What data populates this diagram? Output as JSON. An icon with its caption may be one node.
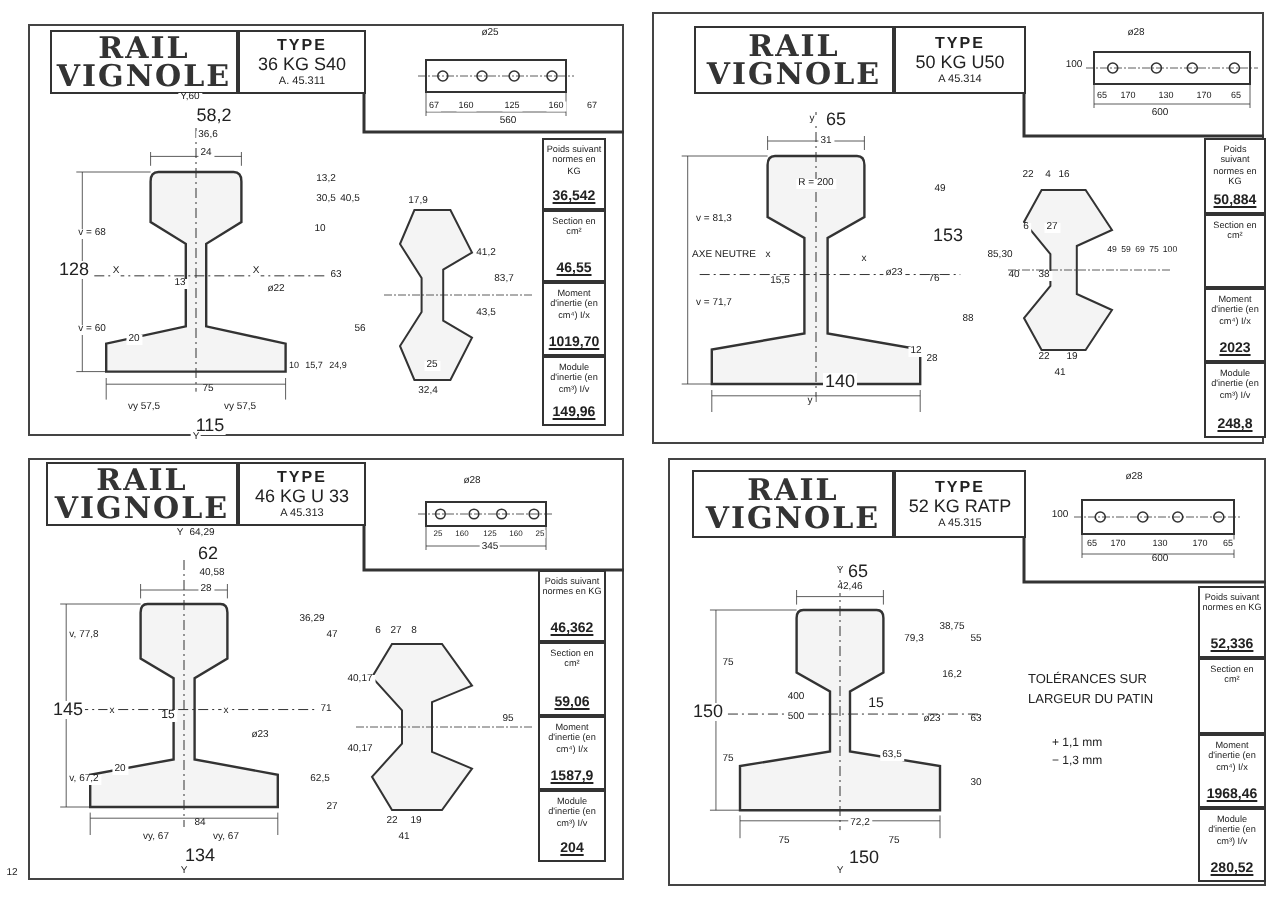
{
  "diagram": {
    "nodes": [
      {
        "text": [],
        "shape": "box"
      },
      {
        "text": [
          "RAIL VIGNOLE"
        ],
        "in": 0
      },
      {
        "text": [
          "TYPE",
          "36 KG S40",
          "A. 45.311"
        ],
        "in": 0
      },
      {
        "text": [
          "Poids suivant normes en KG",
          "36,542"
        ],
        "in": 0
      },
      {
        "text": [
          "Section en cm²",
          "46,55"
        ],
        "in": 0
      },
      {
        "text": [
          "Moment d'inertie (en cm⁴) I/x",
          "1019,70"
        ],
        "in": 0
      },
      {
        "text": [
          "Module d'inertie (en cm³) I/v",
          "149,96"
        ],
        "in": 0
      },
      {
        "text": [],
        "shape": "box"
      },
      {
        "text": [
          "RAIL VIGNOLE"
        ],
        "in": 7
      },
      {
        "text": [
          "TYPE",
          "50 KG U50",
          "A 45.314"
        ],
        "in": 7
      },
      {
        "text": [
          "Poids suivant normes en KG",
          "50,884"
        ],
        "in": 7
      },
      {
        "text": [
          "Section en cm²"
        ],
        "in": 7
      },
      {
        "text": [
          "Moment d'inertie (en cm⁴) I/x",
          "2023"
        ],
        "in": 7
      },
      {
        "text": [
          "Module d'inertie (en cm³) I/v",
          "248,8"
        ],
        "in": 7
      },
      {
        "text": [],
        "shape": "box"
      },
      {
        "text": [
          "RAIL VIGNOLE"
        ],
        "in": 14
      },
      {
        "text": [
          "TYPE",
          "46 KG U 33",
          "A 45.313"
        ],
        "in": 14
      },
      {
        "text": [
          "Poids suivant normes en KG",
          "46,362"
        ],
        "in": 14
      },
      {
        "text": [
          "Section en cm²",
          "59,06"
        ],
        "in": 14
      },
      {
        "text": [
          "Moment d'inertie (en cm⁴) I/x",
          "1587,9"
        ],
        "in": 14
      },
      {
        "text": [
          "Module d'inertie (en cm³) I/v",
          "204"
        ],
        "in": 14
      },
      {
        "text": [],
        "shape": "box"
      },
      {
        "text": [
          "RAIL VIGNOLE"
        ],
        "in": 21
      },
      {
        "text": [
          "TYPE",
          "52 KG RATP",
          "A 45.315"
        ],
        "in": 21
      },
      {
        "text": [
          "Poids suivant normes en KG",
          "52,336"
        ],
        "in": 21
      },
      {
        "text": [
          "Section en cm²"
        ],
        "in": 21
      },
      {
        "text": [
          "Moment d'inertie (en cm⁴) I/x",
          "1968,46"
        ],
        "in": 21
      },
      {
        "text": [
          "Module d'inertie (en cm³) I/v",
          "280,52"
        ],
        "in": 21
      }
    ],
    "labels": [
      "ø25",
      "67",
      "160",
      "125",
      "160",
      "67",
      "560",
      "Y,60",
      "58,2",
      "36,6",
      "24",
      "13,2",
      "30,5",
      "40,5",
      "10",
      "v = 68",
      "128",
      "X",
      "X",
      "13",
      "ø22",
      "63",
      "v = 60",
      "56",
      "20",
      "10",
      "15,7",
      "24,9",
      "75",
      "vy 57,5",
      "vy 57,5",
      "115",
      "Y",
      "17,9",
      "41,2",
      "83,7",
      "43,5",
      "25",
      "32,4",
      "ø28",
      "100",
      "65",
      "170",
      "130",
      "170",
      "65",
      "600",
      "y",
      "65",
      "31",
      "R = 200",
      "49",
      "v = 81,3",
      "AXE NEUTRE",
      "x",
      "x",
      "153",
      "76",
      "ø23",
      "15,5",
      "v = 71,7",
      "88",
      "12",
      "28",
      "140",
      "y",
      "22",
      "4",
      "16",
      "6",
      "27",
      "85,30",
      "40",
      "38",
      "49",
      "59",
      "69",
      "75",
      "100",
      "22",
      "19",
      "41",
      "ø28",
      "25",
      "160",
      "125",
      "160",
      "25",
      "345",
      "Y",
      "64,29",
      "62",
      "40,58",
      "28",
      "36,29",
      "v, 77,8",
      "47",
      "145",
      "x",
      "x",
      "15",
      "ø23",
      "71",
      "v, 67,2",
      "20",
      "62,5",
      "27",
      "84",
      "vy, 67",
      "vy, 67",
      "134",
      "Y",
      "6",
      "27",
      "8",
      "40,17",
      "40,17",
      "95",
      "22",
      "19",
      "41",
      "ø28",
      "100",
      "65",
      "170",
      "130",
      "170",
      "65",
      "600",
      "Y",
      "65",
      "42,46",
      "79,3",
      "38,75",
      "55",
      "75",
      "16,2",
      "400",
      "150",
      "15",
      "500",
      "ø23",
      "63",
      "75",
      "63,5",
      "30",
      "72,2",
      "75",
      "75",
      "150",
      "Y",
      "TOLÉRANCES SUR LARGEUR DU PATIN",
      "+ 1,1 mm",
      "− 1,3 mm",
      "12"
    ]
  }
}
